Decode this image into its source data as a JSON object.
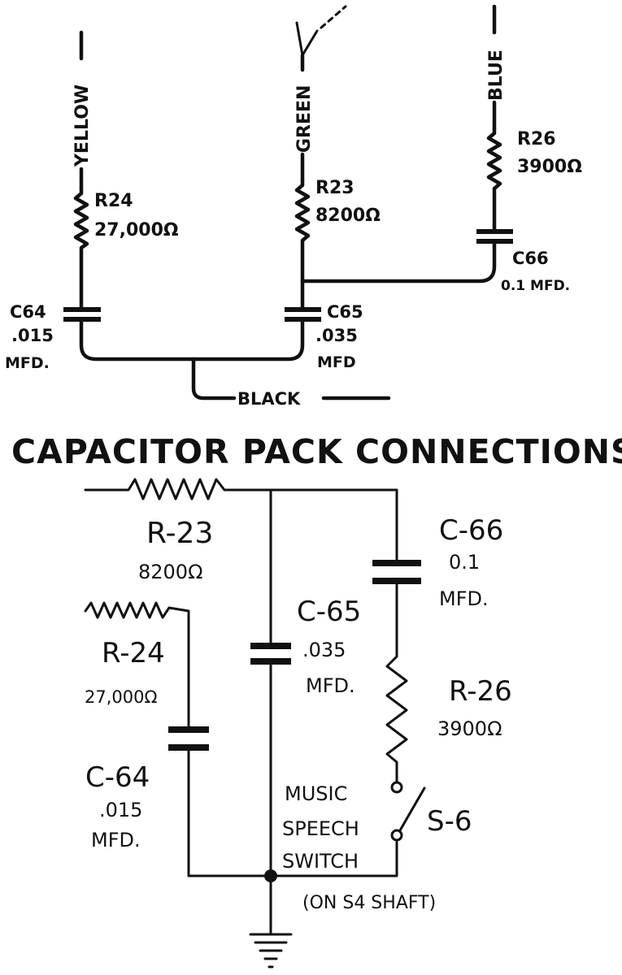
{
  "top_diagram": {
    "wires": {
      "yellow": "YELLOW",
      "green": "GREEN",
      "blue": "BLUE",
      "black": "BLACK"
    },
    "r24": {
      "name": "R24",
      "value": "27,000Ω"
    },
    "r23": {
      "name": "R23",
      "value": "8200Ω"
    },
    "r26": {
      "name": "R26",
      "value": "3900Ω"
    },
    "c64": {
      "name": "C64",
      "value": ".015",
      "unit": "MFD."
    },
    "c65": {
      "name": "C65",
      "value": ".035",
      "unit": "MFD"
    },
    "c66": {
      "name": "C66",
      "value": "0.1 MFD."
    }
  },
  "title": "CAPACITOR PACK CONNECTIONS",
  "bottom_diagram": {
    "r23": {
      "name": "R-23",
      "value": "8200Ω"
    },
    "r24": {
      "name": "R-24",
      "value": "27,000Ω"
    },
    "c66": {
      "name": "C-66",
      "value": "0.1",
      "unit": "MFD."
    },
    "c65": {
      "name": "C-65",
      "value": ".035",
      "unit": "MFD."
    },
    "r26": {
      "name": "R-26",
      "value": "3900Ω"
    },
    "c64": {
      "name": "C-64",
      "value": ".015",
      "unit": "MFD."
    },
    "switch": {
      "line1": "MUSIC",
      "line2": "SPEECH",
      "line3": "SWITCH",
      "name": "S-6",
      "note": "(ON S4 SHAFT)"
    }
  }
}
